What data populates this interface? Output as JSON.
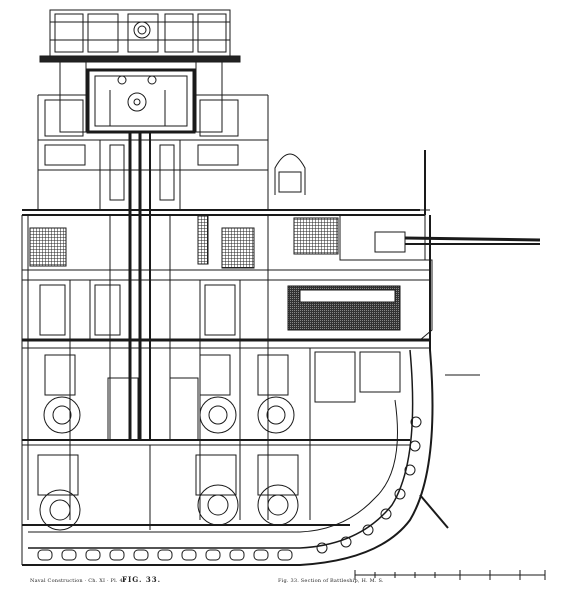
{
  "caption": {
    "left": "Naval Construction · Ch. XI · Pl. 47",
    "figure": "FIG. 33.",
    "center": "Fig. 33. Section of Battleship, H. M. S."
  },
  "colors": {
    "ink": "#1a1a1a",
    "paper": "#ffffff",
    "hatch": "#2a2a2a"
  }
}
